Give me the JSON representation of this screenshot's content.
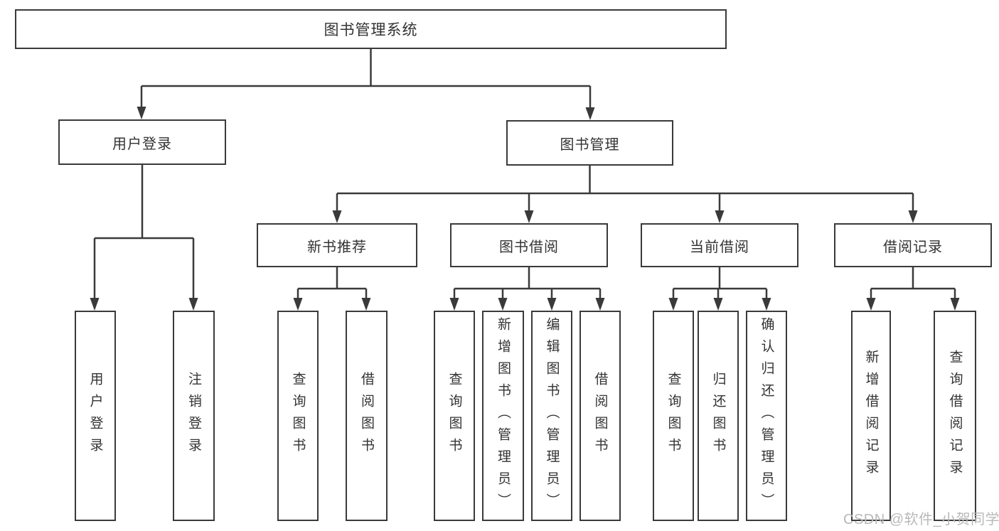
{
  "tree": {
    "root": "图书管理系统",
    "login": {
      "label": "用户登录",
      "children": [
        "用户登录",
        "注销登录"
      ]
    },
    "manage": {
      "label": "图书管理",
      "groups": [
        {
          "label": "新书推荐",
          "children": [
            "查询图书",
            "借阅图书"
          ]
        },
        {
          "label": "图书借阅",
          "children": [
            "查询图书",
            "新增图书（管理员）",
            "编辑图书（管理员）",
            "借阅图书"
          ]
        },
        {
          "label": "当前借阅",
          "children": [
            "查询图书",
            "归还图书",
            "确认归还（管理员）"
          ]
        },
        {
          "label": "借阅记录",
          "children": [
            "新增借阅记录",
            "查询借阅记录"
          ]
        }
      ]
    }
  },
  "watermark": "CSDN @软件_小贺同学",
  "colors": {
    "line": "#3a3a3a",
    "text": "#333333",
    "background": "#ffffff",
    "watermark": "#b9b9b9"
  }
}
